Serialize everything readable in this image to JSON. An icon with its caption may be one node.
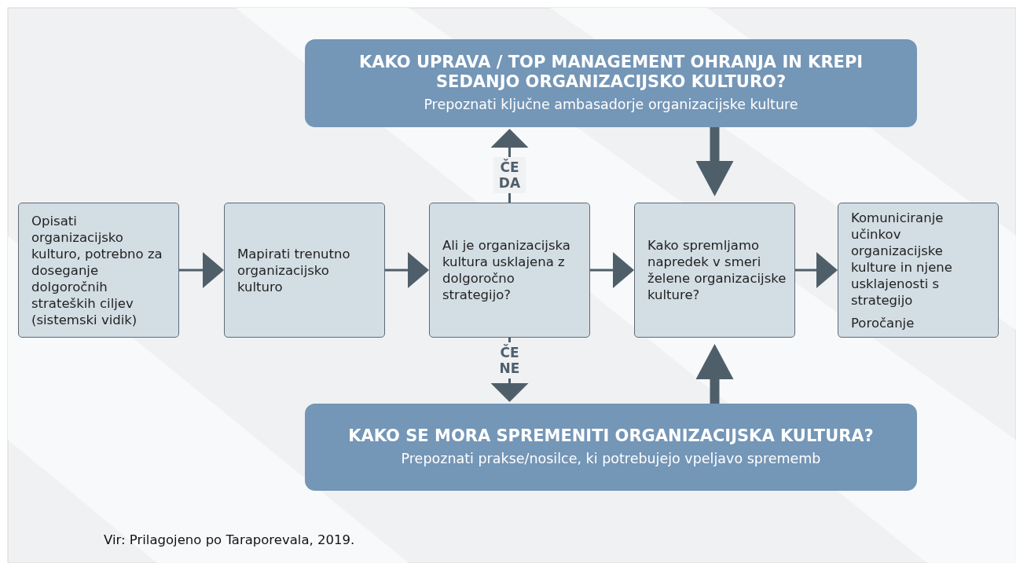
{
  "diagram": {
    "caption": "Vir: Prilagojeno po Taraporevala, 2019.",
    "nodes": [
      {
        "text": [
          "KAKO UPRAVA / TOP MANAGEMENT OHRANJA IN KREPI SEDANJO ORGANIZACIJSKO KULTURO?",
          "Prepoznati ključne ambasadorje organizacijske kulture"
        ]
      },
      {
        "text": [
          "Opisati organizacijsko kulturo, potrebno za doseganje dolgoročnih strateških ciljev (sistemski vidik)"
        ]
      },
      {
        "text": [
          "Mapirati trenutno organizacijsko kulturo"
        ]
      },
      {
        "text": [
          "Ali je organizacijska kultura usklajena z dolgoročno strategijo?"
        ]
      },
      {
        "text": [
          "Kako spremljamo napredek v smeri želene organizacijske kulture?"
        ]
      },
      {
        "text": [
          "Komuniciranje učinkov organizacijske kulture in njene usklajenosti s strategijo",
          "Poročanje"
        ]
      },
      {
        "text": [
          "KAKO SE MORA SPREMENITI ORGANIZACIJSKA KULTURA?",
          "Prepoznati prakse/nosilce, ki potrebujejo vpeljavo sprememb"
        ]
      }
    ],
    "edges": [
      {
        "from": 1,
        "to": 2,
        "arrow": "to"
      },
      {
        "from": 2,
        "to": 3,
        "arrow": "to"
      },
      {
        "from": 3,
        "to": 4,
        "arrow": "to"
      },
      {
        "from": 4,
        "to": 5,
        "arrow": "to"
      },
      {
        "from": 3,
        "to": 0,
        "arrow": "to",
        "label": "ČE DA"
      },
      {
        "from": 3,
        "to": 6,
        "arrow": "to",
        "label": "ČE NE"
      },
      {
        "from": 0,
        "to": 4,
        "arrow": "to",
        "style": "thick"
      },
      {
        "from": 6,
        "to": 4,
        "arrow": "to",
        "style": "thick"
      }
    ]
  }
}
